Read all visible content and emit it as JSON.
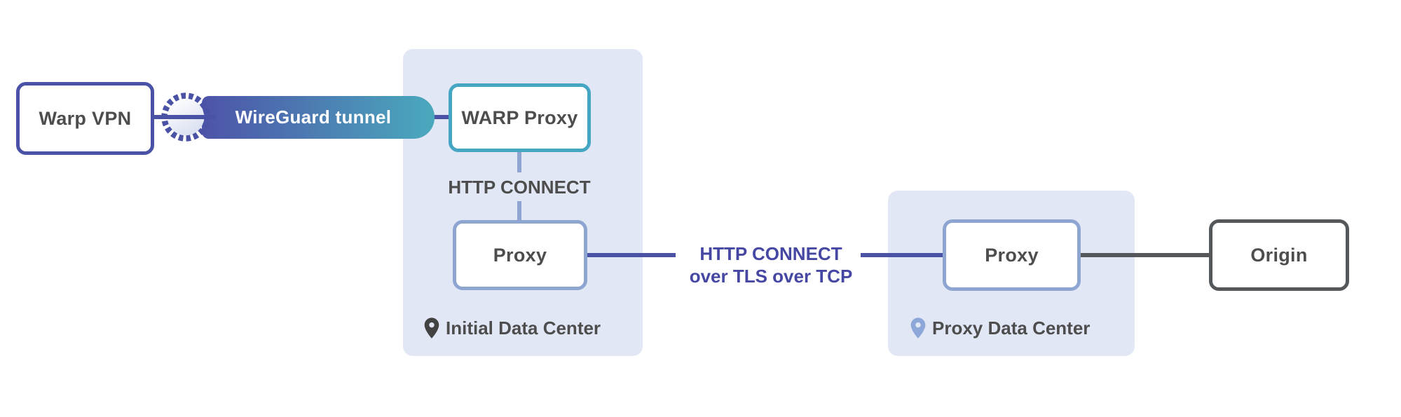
{
  "diagram": {
    "nodes": {
      "warp_vpn": {
        "label": "Warp VPN"
      },
      "warp_proxy": {
        "label": "WARP Proxy"
      },
      "initial_proxy": {
        "label": "Proxy"
      },
      "remote_proxy": {
        "label": "Proxy"
      },
      "origin": {
        "label": "Origin"
      }
    },
    "containers": {
      "initial_dc": {
        "label": "Initial Data Center",
        "icon": "location-pin-icon"
      },
      "proxy_dc": {
        "label": "Proxy Data Center",
        "icon": "location-pin-icon"
      }
    },
    "edges": {
      "wireguard": {
        "label": "WireGuard tunnel",
        "icon": "tunnel-icon"
      },
      "http_connect": {
        "label": "HTTP CONNECT"
      },
      "http_connect_tls": {
        "line1": "HTTP CONNECT",
        "line2": "over TLS over TCP"
      }
    },
    "colors": {
      "indigo": "#4a52a5",
      "teal_border": "#45a6c4",
      "grad_start": "#4d53a8",
      "grad_end": "#4aa9bd",
      "periwinkle": "#8fa5d1",
      "container_bg": "#e2e7f5",
      "dark_text": "#4d4d4d",
      "origin_gray": "#54585b",
      "tls_text": "#4547a3",
      "pin_dark": "#424242",
      "pin_light": "#8da7d8"
    }
  }
}
